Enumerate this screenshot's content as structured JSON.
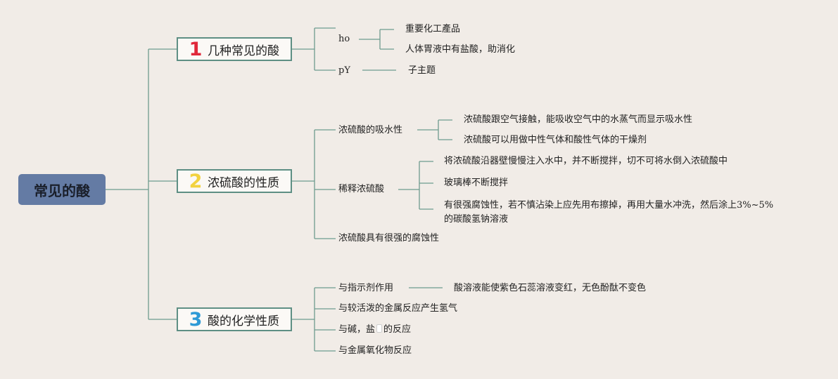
{
  "root": {
    "label": "常见的酸"
  },
  "branches": [
    {
      "number": "1",
      "label": "几种常见的酸"
    },
    {
      "number": "2",
      "label": "浓硫酸的性质"
    },
    {
      "number": "3",
      "label": "酸的化学性质"
    }
  ],
  "b1": {
    "ho": "ho",
    "ho_children": [
      "重要化工產品",
      "人体胃液中有盐酸，助消化"
    ],
    "py": "pY",
    "py_children": [
      "子主题"
    ]
  },
  "b2": {
    "absorb": "浓硫酸的吸水性",
    "absorb_children": [
      "浓硫酸跟空气接触，能吸收空气中的水蒸气而显示吸水性",
      "浓硫酸可以用做中性气体和酸性气体的干燥剂"
    ],
    "dilute": "稀释浓硫酸",
    "dilute_children": [
      "将浓硫酸沿器壁慢慢注入水中，并不断搅拌，切不可将水倒入浓硫酸中",
      "玻璃棒不断搅拌"
    ],
    "dilute_child3_a": "有很强腐蚀性，若不慎沾染上应先用布擦掉，再用大量水冲洗，然后涂上",
    "dilute_child3_pct": "3%~5%",
    "dilute_child3_b": "的碳酸氢钠溶液",
    "corrosive": "浓硫酸具有很强的腐蚀性"
  },
  "b3": {
    "indicator": "与指示剂作用",
    "indicator_child": "酸溶液能使紫色石蕊溶液变红，无色酚酞不变色",
    "metal": "与较活泼的金属反应产生氢气",
    "base_a": "与碱，盐",
    "base_b": "的反应",
    "oxide": "与金属氧化物反应"
  },
  "colors": {
    "background": "#f1ece7",
    "root_fill": "#647ba4",
    "line": "#6e9b8e",
    "branch_border": "#5e8f84"
  },
  "icons": {
    "attachment": "note-icon"
  }
}
